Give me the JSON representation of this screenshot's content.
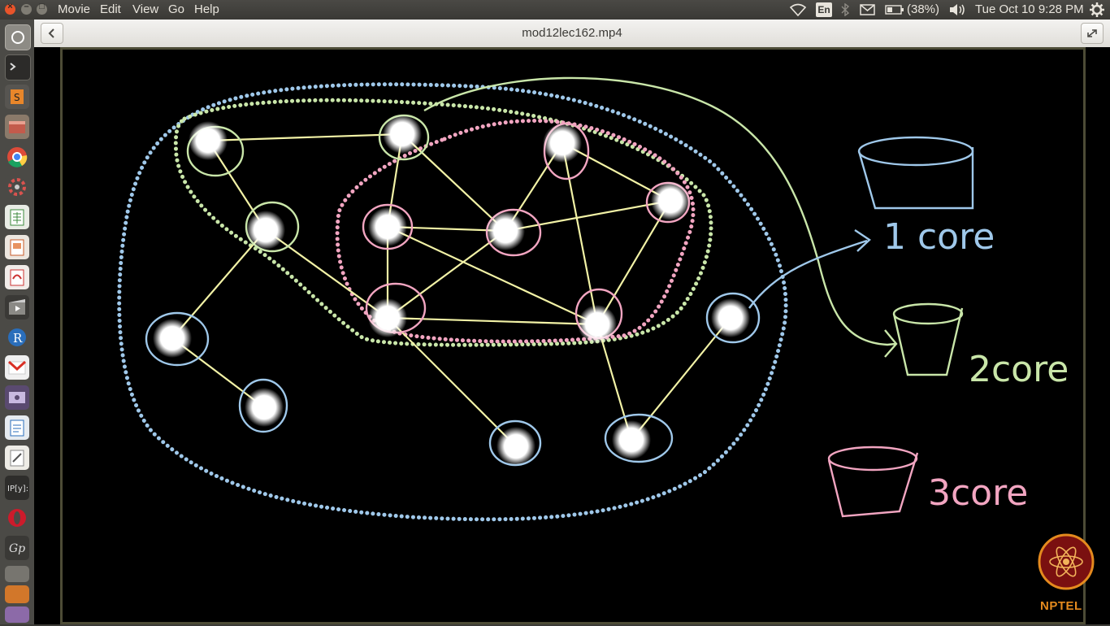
{
  "menubar": {
    "items": [
      "Movie",
      "Edit",
      "View",
      "Go",
      "Help"
    ],
    "input_method": "En",
    "battery": "(38%)",
    "datetime": "Tue Oct 10  9:28 PM"
  },
  "titlebar": {
    "title": "mod12lec162.mp4"
  },
  "board": {
    "labels": {
      "core1": "1 core",
      "core2": "2core",
      "core3": "3core"
    },
    "colors": {
      "edge": "#f2f2a6",
      "core1": "#9fc8ea",
      "core2": "#c9e6a9",
      "core3": "#f2a5c1",
      "node": "#ffffff"
    }
  },
  "logo": {
    "text": "NPTEL",
    "color": "#e48a1e"
  },
  "launcher": {
    "icons": [
      "dash-icon",
      "terminal-icon",
      "sublime-icon",
      "files-icon",
      "chrome-icon",
      "settings-icon",
      "spreadsheet-icon",
      "presentation-icon",
      "pdf-icon",
      "video-player-icon",
      "r-icon",
      "gmail-icon",
      "screen-recorder-icon",
      "document-icon",
      "text-editor-icon",
      "ipython-icon",
      "opera-icon",
      "gp-icon",
      "disk-icon",
      "software-icon",
      "archive-icon"
    ]
  }
}
